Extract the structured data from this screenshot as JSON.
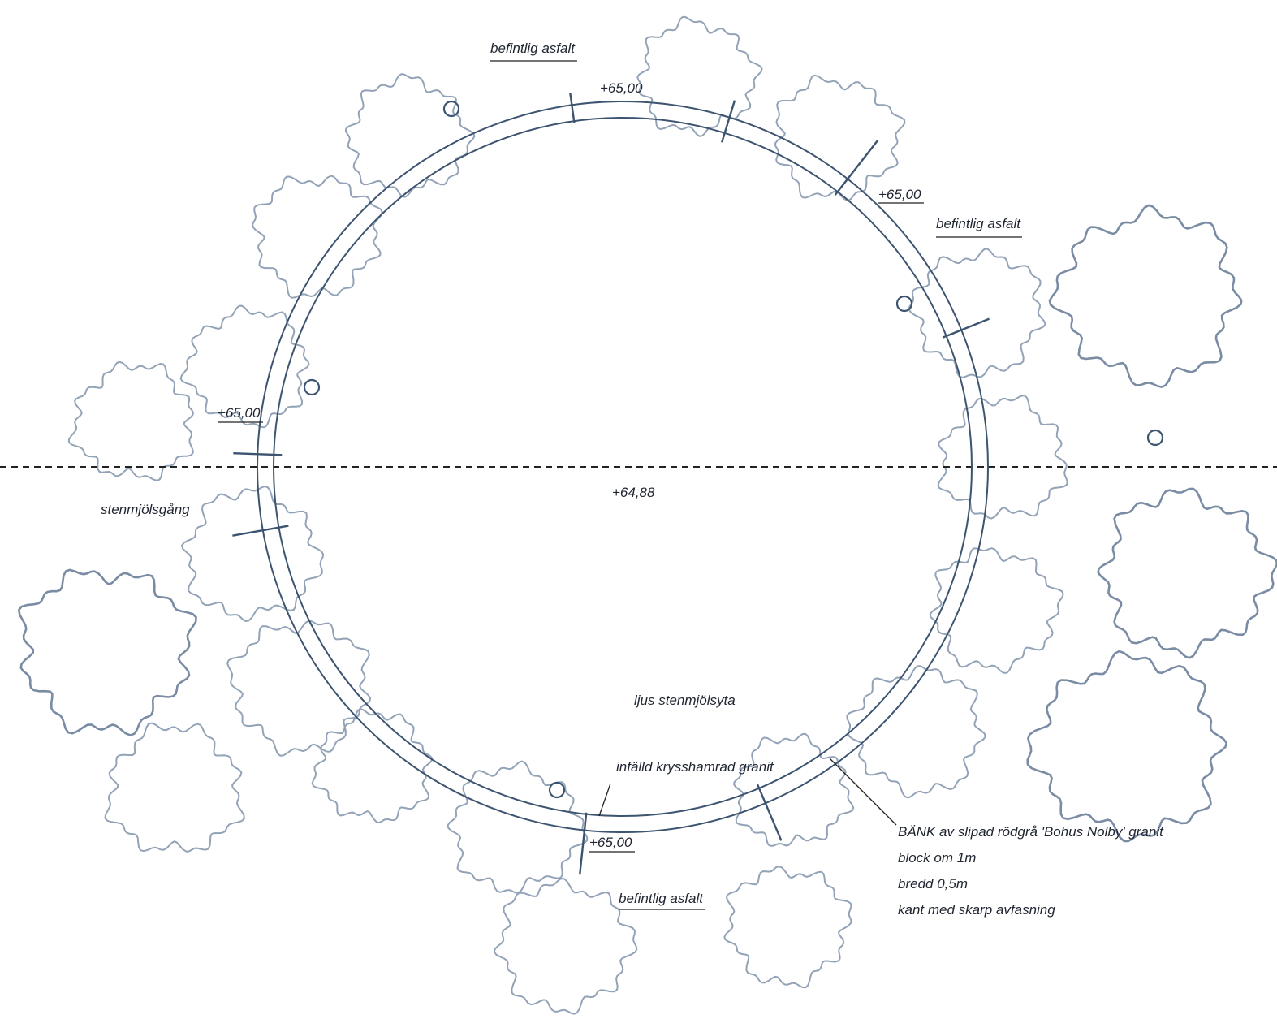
{
  "labels": {
    "asphalt_top": "befintlig asfalt",
    "asphalt_right": "befintlig asfalt",
    "asphalt_bottom": "befintlig asfalt",
    "level_top": "+65,00",
    "level_upper_right": "+65,00",
    "level_left": "+65,00",
    "level_bottom": "+65,00",
    "level_center": "+64,88",
    "gravel_path": "stenmjölsgång",
    "gravel_surface": "ljus stenmjölsyta",
    "granite_inlay": "infälld krysshamrad granit"
  },
  "bench_note": {
    "line1": "BÄNK av slipad rödgrå 'Bohus Nolby' granit",
    "line2": "block om 1m",
    "line3": "bredd 0,5m",
    "line4": "kant med skarp avfasning"
  },
  "colors": {
    "ring": "#3d5470",
    "tree_canopy": "#93a3b7",
    "text": "#1f2530"
  }
}
